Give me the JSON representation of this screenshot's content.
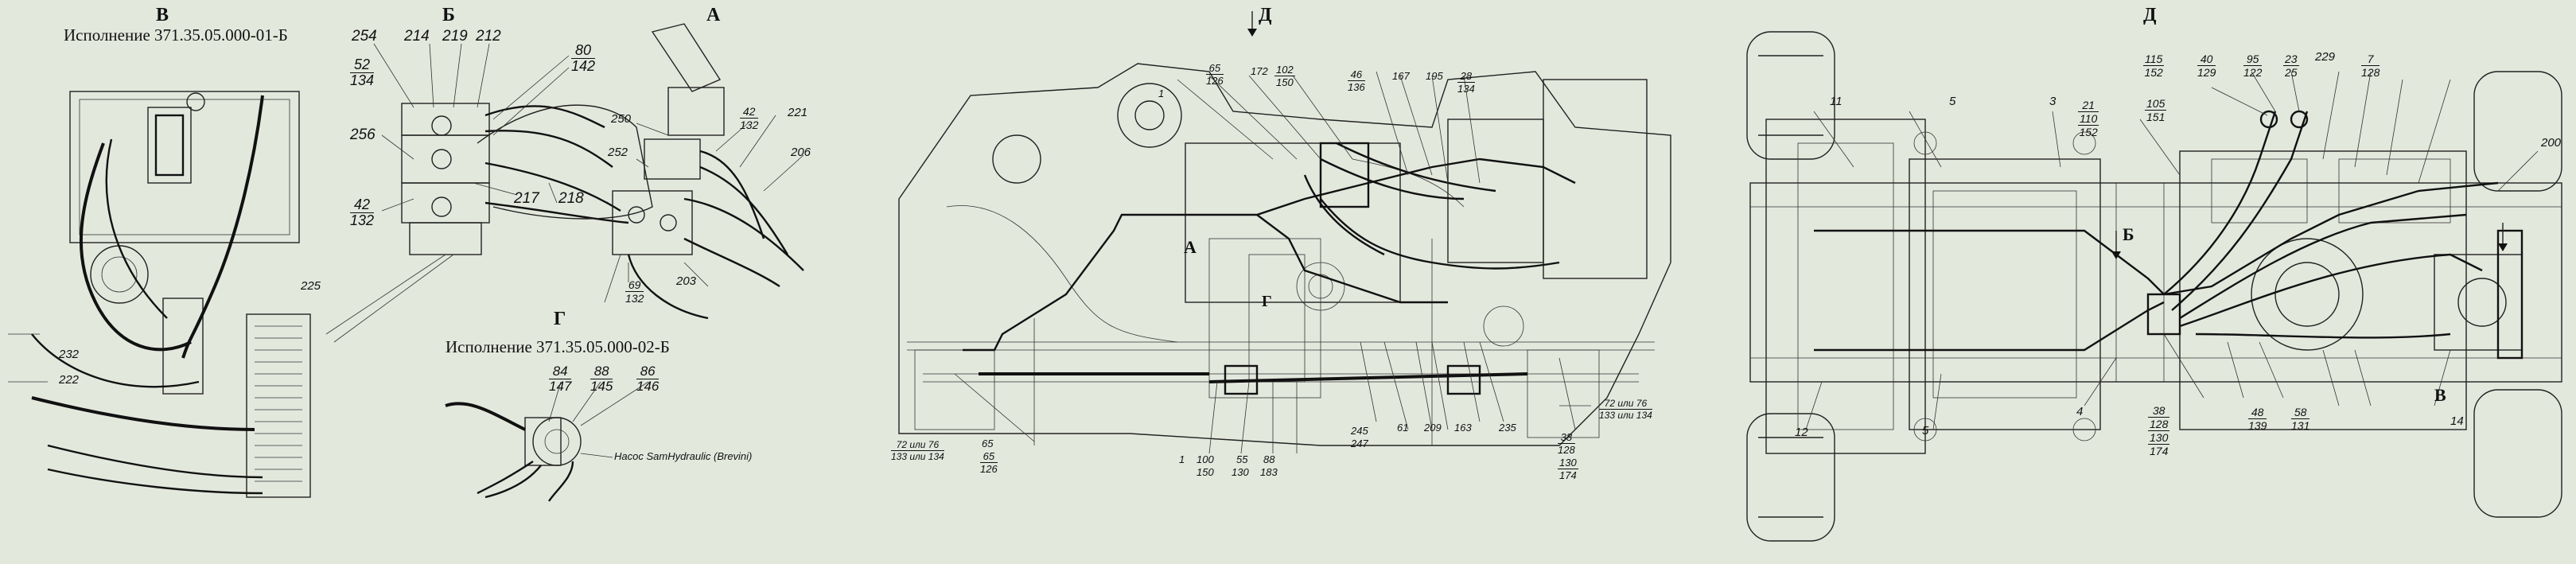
{
  "views": {
    "v": "В",
    "b": "Б",
    "a": "А",
    "g": "Г",
    "d1": "Д",
    "d2": "Д"
  },
  "captions": {
    "v_version": "Исполнение 371.35.05.000-01-Б",
    "g_version": "Исполнение 371.35.05.000-02-Б",
    "pump": "Насос SamHydraulic (Brevini)"
  },
  "panel_v": {
    "labels": [
      "225",
      "232",
      "222"
    ]
  },
  "panel_b": {
    "labels": [
      "254",
      "214",
      "219",
      "212",
      "256",
      "217",
      "218"
    ],
    "fractions": [
      [
        "52",
        "134"
      ],
      [
        "80",
        "142"
      ],
      [
        "42",
        "132"
      ]
    ]
  },
  "panel_a": {
    "labels": [
      "250",
      "252",
      "221",
      "206",
      "203"
    ],
    "fractions": [
      [
        "42",
        "132"
      ],
      [
        "69",
        "132"
      ]
    ]
  },
  "panel_g": {
    "fractions": [
      [
        "84",
        "147"
      ],
      [
        "88",
        "145"
      ],
      [
        "86",
        "146"
      ]
    ]
  },
  "panel_main": {
    "letters": [
      "А",
      "Г"
    ],
    "labels": [
      "1",
      "167",
      "195",
      "245",
      "61",
      "209",
      "163",
      "235",
      "55",
      "88",
      "65",
      "1",
      "100"
    ],
    "fractions": [
      [
        "65",
        "126"
      ],
      [
        "172",
        ""
      ],
      [
        "102",
        "150"
      ],
      [
        "46",
        "136"
      ],
      [
        "28",
        "134"
      ],
      [
        "65",
        "126"
      ],
      [
        "150",
        ""
      ],
      [
        "130",
        ""
      ],
      [
        "183",
        ""
      ],
      [
        "247",
        ""
      ],
      [
        "38",
        "128"
      ],
      [
        "130",
        "174"
      ]
    ],
    "note_left": [
      "72 или 76",
      "133 или 134"
    ],
    "note_right": [
      "72 или 76",
      "133 или 134"
    ]
  },
  "panel_d": {
    "labels": [
      "11",
      "5",
      "3",
      "12",
      "5",
      "4",
      "14",
      "200"
    ],
    "fractions": [
      [
        "115",
        "152"
      ],
      [
        "40",
        "129"
      ],
      [
        "95",
        "122"
      ],
      [
        "23",
        "25"
      ],
      [
        "229",
        ""
      ],
      [
        "7",
        "128"
      ],
      [
        "105",
        "151"
      ],
      [
        "21",
        "110"
      ],
      [
        "152",
        ""
      ],
      [
        "38",
        "128"
      ],
      [
        "130",
        "174"
      ],
      [
        "48",
        "139"
      ],
      [
        "58",
        "131"
      ]
    ],
    "letters": [
      "Б",
      "В"
    ]
  }
}
